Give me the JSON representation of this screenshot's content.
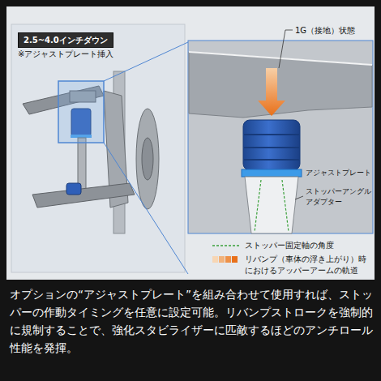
{
  "diagram": {
    "caption": "オプションの“アジャストプレート”を組み合わせて使用すれば、ストッパーの作動タイミングを任意に設定可能。リバンプストロークを強制的に規制することで、強化スタビライザーに匹敵するほどのアンチロール性能を発揮。",
    "nodes": [
      {
        "text": [
          "2.5~4.0インチダウン"
        ]
      }
    ],
    "labels": [
      "※アジャストプレート挿入",
      "1G（接地）状態",
      "アジャストプレート",
      "ストッパーアングル アダプター"
    ],
    "legend": [
      {
        "text": "ストッパー固定軸の角度"
      },
      {
        "text": "リバンプ（車体の浮き上がり）時 におけるアッパーアームの軌道"
      }
    ]
  }
}
